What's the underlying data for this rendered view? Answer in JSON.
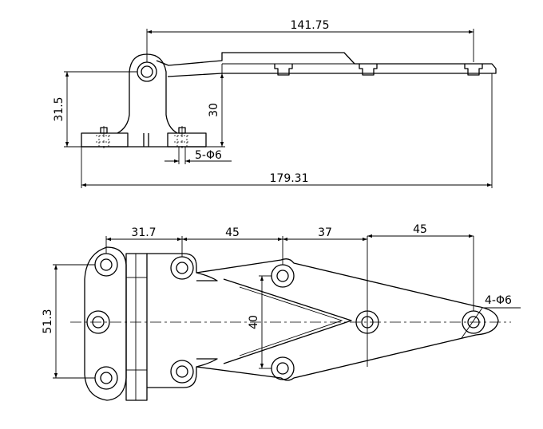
{
  "dimensions": {
    "side_span": "141.75",
    "side_height_total": "31.5",
    "side_height_pivot": "30",
    "side_holes": "5-Φ6",
    "side_length": "179.31",
    "plan_seg_1": "31.7",
    "plan_seg_2": "45",
    "plan_seg_3": "37",
    "plan_seg_4": "45",
    "plan_holes": "4-Φ6",
    "plan_height": "51.3",
    "plan_inner_height": "40"
  }
}
